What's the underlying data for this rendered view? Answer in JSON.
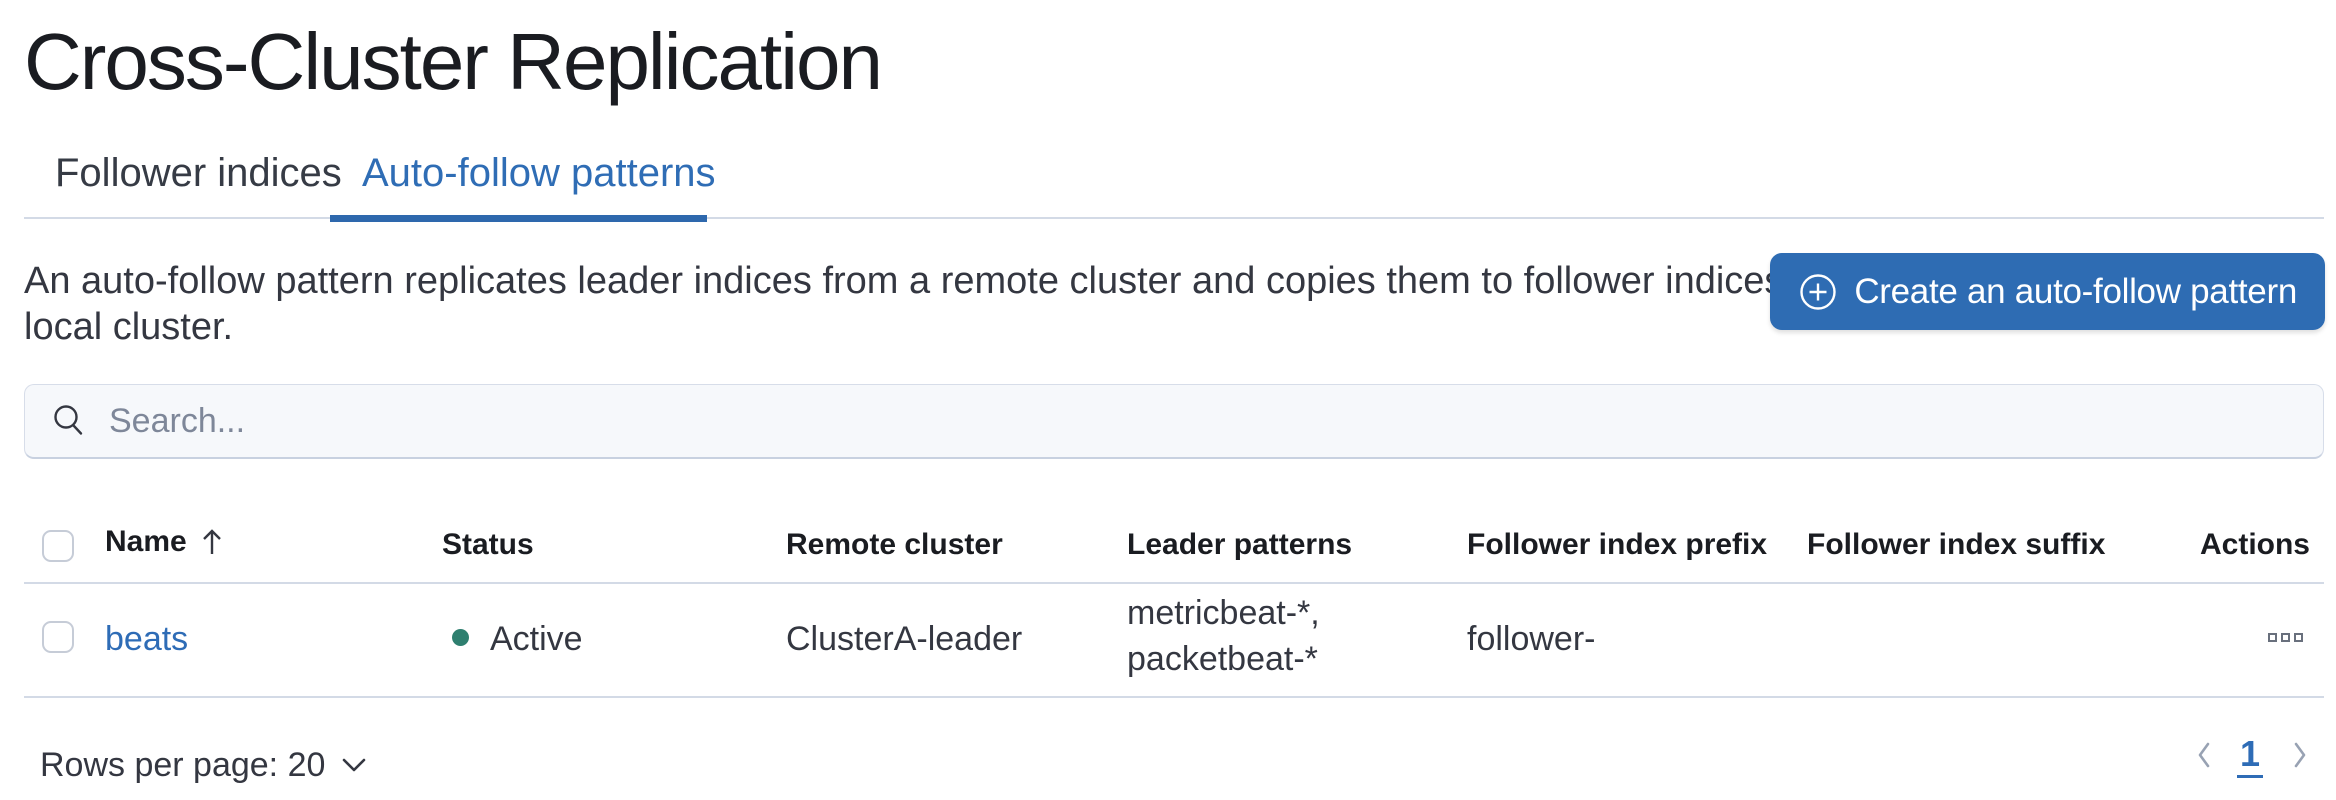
{
  "page": {
    "title": "Cross-Cluster Replication"
  },
  "tabs": [
    {
      "label": "Follower indices",
      "active": false
    },
    {
      "label": "Auto-follow patterns",
      "active": true
    }
  ],
  "description": {
    "line1": "An auto-follow pattern replicates leader indices from a remote cluster and copies them to follower indices on the",
    "line2": "local cluster."
  },
  "create_button": {
    "label": "Create an auto-follow pattern",
    "icon": "plus-in-circle-icon"
  },
  "search": {
    "placeholder": "Search..."
  },
  "table": {
    "columns": [
      "Name",
      "Status",
      "Remote cluster",
      "Leader patterns",
      "Follower index prefix",
      "Follower index suffix",
      "Actions"
    ],
    "sort": {
      "column": "Name",
      "direction": "ascending"
    },
    "rows": [
      {
        "name": "beats",
        "status": "Active",
        "remote_cluster": "ClusterA-leader",
        "leader_patterns": [
          "metricbeat-*,",
          "packetbeat-*"
        ],
        "follower_index_prefix": "follower-",
        "follower_index_suffix": ""
      }
    ]
  },
  "footer": {
    "rows_per_page_label": "Rows per page: 20",
    "current_page": "1"
  },
  "colors": {
    "primary_blue": "#2e6cb3",
    "link_blue": "#2e6cb6",
    "tab_blue": "#2f6db5",
    "success_teal": "#2e7f6f",
    "border_gray": "#d3dae6",
    "text_dark": "#343741",
    "title_dark": "#1a1c21",
    "disabled_gray": "#98a2b3"
  }
}
